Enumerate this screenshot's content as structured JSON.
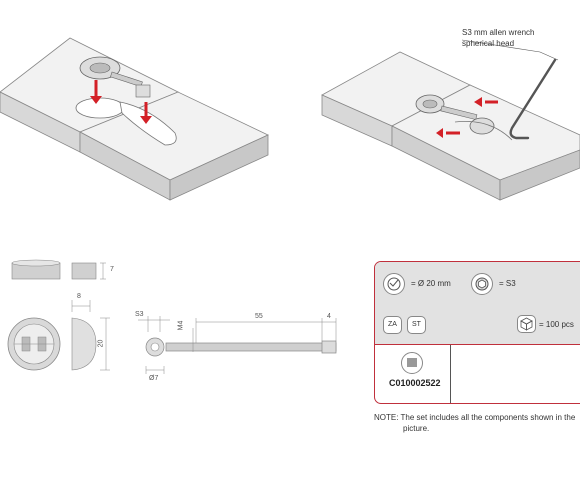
{
  "callout": {
    "line1": "S3 mm allen wrench",
    "line2": "spherical head"
  },
  "dimensions": {
    "thickness": "7",
    "length": "8",
    "width": "20",
    "s3_label": "S3",
    "m4_label": "M4",
    "diameter": "Ø7",
    "screw_length": "55",
    "screw_tip": "4"
  },
  "card": {
    "diameter": "= Ø 20 mm",
    "wrench": "= S3",
    "za": "ZA",
    "st": "ST",
    "pack": "= 100 pcs",
    "code": "C010002522"
  },
  "note": {
    "line1": "NOTE: The set includes all the components shown in the",
    "line2": "picture."
  },
  "colors": {
    "accent": "#c0303c",
    "arrow": "#d32027",
    "panel": "#e2e2e2"
  }
}
